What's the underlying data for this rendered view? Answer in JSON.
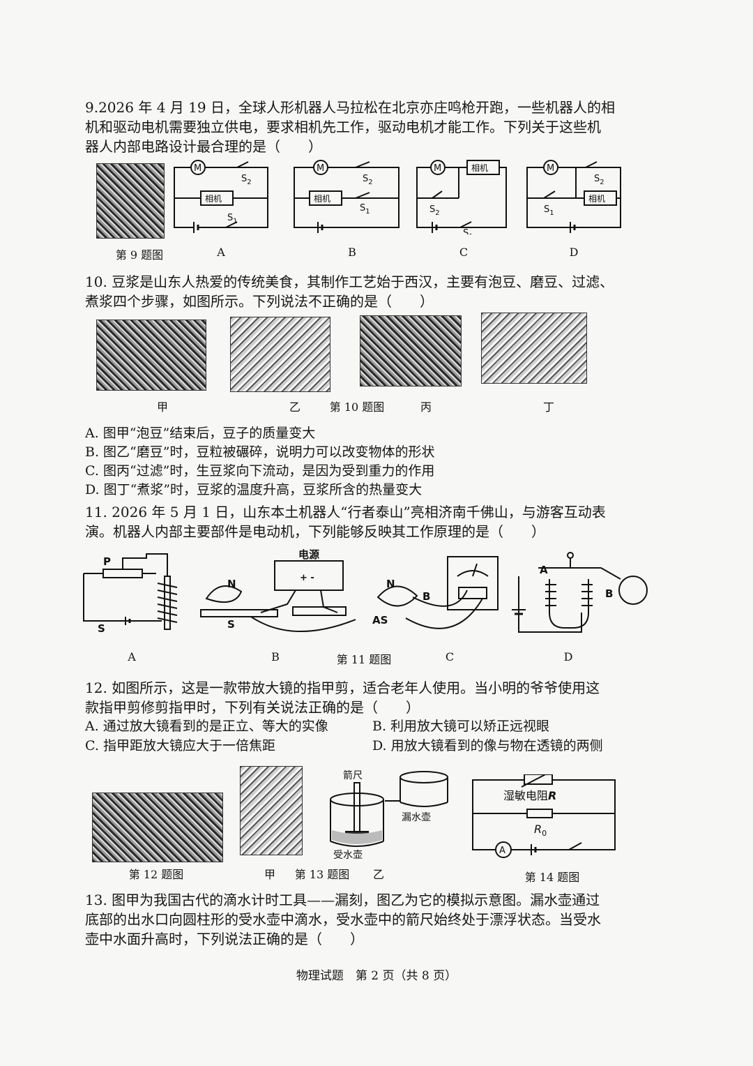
{
  "q9": {
    "lines": [
      "9.2026 年 4 月 19 日，全球人形机器人马拉松在北京亦庄鸣枪开跑，一些机器人的相",
      "机和驱动电机需要独立供电，要求相机先工作，驱动电机才能工作。下列关于这些机",
      "器人内部电路设计最合理的是（　　）"
    ],
    "fig_caption": "第 9 题图",
    "option_labels": [
      "A",
      "B",
      "C",
      "D"
    ],
    "motor": "M",
    "camera": "相机",
    "s1": "S",
    "s1_sub": "1",
    "s2": "S",
    "s2_sub": "2"
  },
  "q10": {
    "lines": [
      "10. 豆浆是山东人热爱的传统美食，其制作工艺始于西汉，主要有泡豆、磨豆、过滤、",
      "煮浆四个步骤，如图所示。下列说法不正确的是（　　）"
    ],
    "labels": [
      "甲",
      "乙",
      "丙",
      "丁"
    ],
    "fig_caption": "第 10 题图",
    "options": [
      "A. 图甲“泡豆”结束后，豆子的质量变大",
      "B. 图乙“磨豆”时，豆粒被碾碎，说明力可以改变物体的形状",
      "C. 图丙“过滤”时，生豆浆向下流动，是因为受到重力的作用",
      "D. 图丁“煮浆”时，豆浆的温度升高，豆浆所含的热量变大"
    ]
  },
  "q11": {
    "lines": [
      "11. 2026 年 5 月 1 日，山东本土机器人“行者泰山”亮相济南千佛山，与游客互动表",
      "演。机器人内部主要部件是电动机，下列能够反映其工作原理的是（　　）"
    ],
    "labels": [
      "A",
      "B",
      "C",
      "D"
    ],
    "fig_caption": "第 11 题图",
    "p": "P",
    "s": "S",
    "n": "N",
    "power": "电源",
    "plus_minus": "+ -",
    "b": "B",
    "as": "AS",
    "a": "A"
  },
  "q12": {
    "lines": [
      "12. 如图所示，这是一款带放大镜的指甲剪，适合老年人使用。当小明的爷爷使用这",
      "款指甲剪修剪指甲时，下列有关说法正确的是（　　）"
    ],
    "options": [
      "A. 通过放大镜看到的是正立、等大的实像",
      "B. 利用放大镜可以矫正远视眼",
      "C. 指甲距放大镜应大于一倍焦距",
      "D. 用放大镜看到的像与物在透镜的两侧"
    ]
  },
  "figs": {
    "q12_caption": "第 12 题图",
    "q13_jia": "甲",
    "q13_caption": "第 13 题图",
    "q13_yi": "乙",
    "q14_caption": "第 14 题图",
    "arrow_ruler": "箭尺",
    "leak_pot": "漏水壶",
    "receive_pot": "受水壶",
    "humidity_resistor": "湿敏电阻",
    "r_letter": "R",
    "r0": "R",
    "r0_sub": "0",
    "ammeter": "A"
  },
  "q13": {
    "lines": [
      "13. 图甲为我国古代的滴水计时工具——漏刻，图乙为它的模拟示意图。漏水壶通过",
      "底部的出水口向圆柱形的受水壶中滴水，受水壶中的箭尺始终处于漂浮状态。当受水",
      "壶中水面升高时，下列说法正确的是（　　）"
    ]
  },
  "footer": "物理试题　第 2 页（共 8 页）"
}
